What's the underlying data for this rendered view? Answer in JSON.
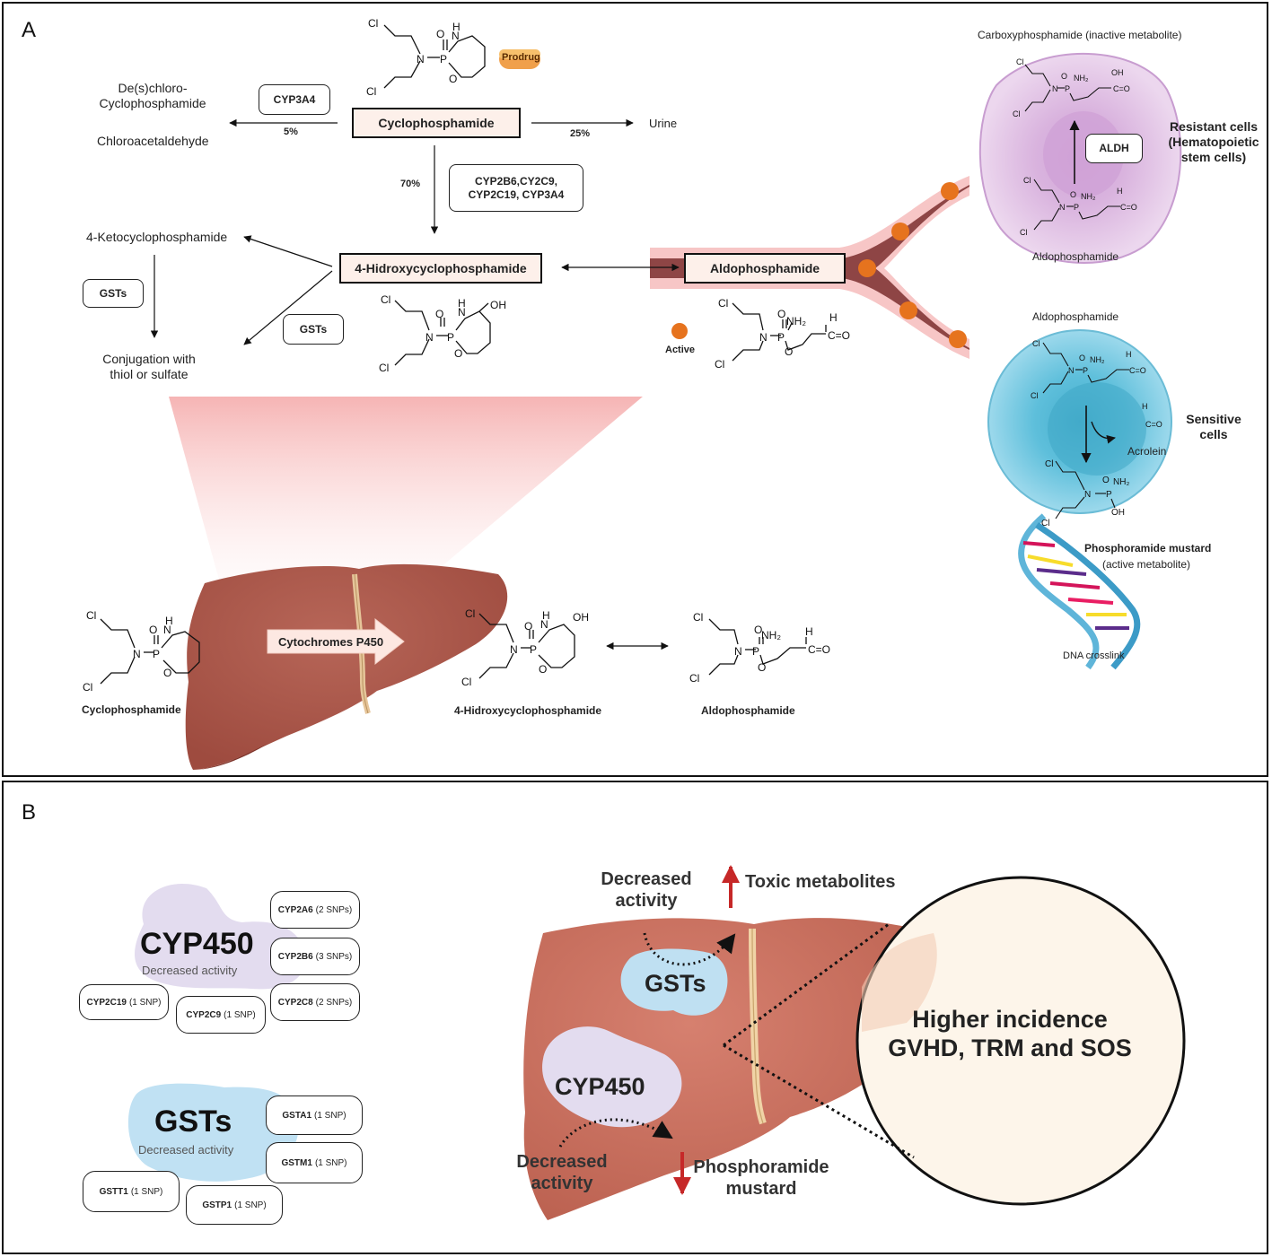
{
  "panel_a": {
    "label": "A",
    "prodrug_badge": "Prodrug",
    "cyclophosphamide": "Cyclophosphamide",
    "cyp3a4": "CYP3A4",
    "pct_5": "5%",
    "pct_25": "25%",
    "pct_70": "70%",
    "dechloro": "De(s)chloro-\nCyclophosphamide",
    "chloroacetaldehyde": "Chloroacetaldehyde",
    "urine": "Urine",
    "cyp_multi": "CYP2B6,CY2C9,\nCYP2C19, CYP3A4",
    "ketocyclo": "4-Ketocyclophosphamide",
    "hidroxy": "4-Hidroxycyclophosphamide",
    "aldophosphamide": "Aldophosphamide",
    "gsts": "GSTs",
    "conjugation": "Conjugation with\nthiol or sulfate",
    "active": "Active",
    "carboxy": "Carboxyphosphamide (inactive metabolite)",
    "aldh": "ALDH",
    "resistant": "Resistant cells\n(Hematopoietic\nstem cells)",
    "aldo_label_top": "Aldophosphamide",
    "aldo_label_mid": "Aldophosphamide",
    "sensitive": "Sensitive\ncells",
    "acrolein": "Acrolein",
    "mustard": "Phosphoramide mustard",
    "mustard_sub": "(active metabolite)",
    "dna": "DNA crosslink",
    "cyto_p450": "Cytochromes P450",
    "liver_cyclo": "Cyclophosphamide",
    "liver_hidroxy": "4-Hidroxycyclophosphamide",
    "liver_aldo": "Aldophosphamide"
  },
  "panel_b": {
    "label": "B",
    "cyp450_title": "CYP450",
    "cyp450_sub": "Decreased activity",
    "gsts_title": "GSTs",
    "gsts_sub": "Decreased activity",
    "cyp_snps": [
      {
        "gene": "CYP2A6",
        "snp": "(2 SNPs)"
      },
      {
        "gene": "CYP2B6",
        "snp": "(3 SNPs)"
      },
      {
        "gene": "CYP2C8",
        "snp": "(2 SNPs)"
      },
      {
        "gene": "CYP2C19",
        "snp": "(1 SNP)"
      },
      {
        "gene": "CYP2C9",
        "snp": "(1 SNP)"
      }
    ],
    "gst_snps": [
      {
        "gene": "GSTA1",
        "snp": "(1 SNP)"
      },
      {
        "gene": "GSTM1",
        "snp": "(1 SNP)"
      },
      {
        "gene": "GSTT1",
        "snp": "(1 SNP)"
      },
      {
        "gene": "GSTP1",
        "snp": "(1 SNP)"
      }
    ],
    "decreased_1": "Decreased\nactivity",
    "toxic": "Toxic metabolites",
    "liver_gsts": "GSTs",
    "liver_cyp450": "CYP450",
    "decreased_2": "Decreased\nactivity",
    "phosphoramide": "Phosphoramide\nmustard",
    "higher": "Higher incidence\nGVHD, TRM and SOS"
  },
  "colors": {
    "liver": "#b5584a",
    "liver_b": "#c96a5b",
    "purple_cell": "#e2c6e6",
    "blue_cell": "#6fc4df",
    "gst_blob": "#bfe0f2",
    "cyp_blob": "#e2dcf0",
    "arrow_red": "#c62828",
    "header_fill": "#fdf0ea",
    "orange_dot": "#e6731e"
  }
}
